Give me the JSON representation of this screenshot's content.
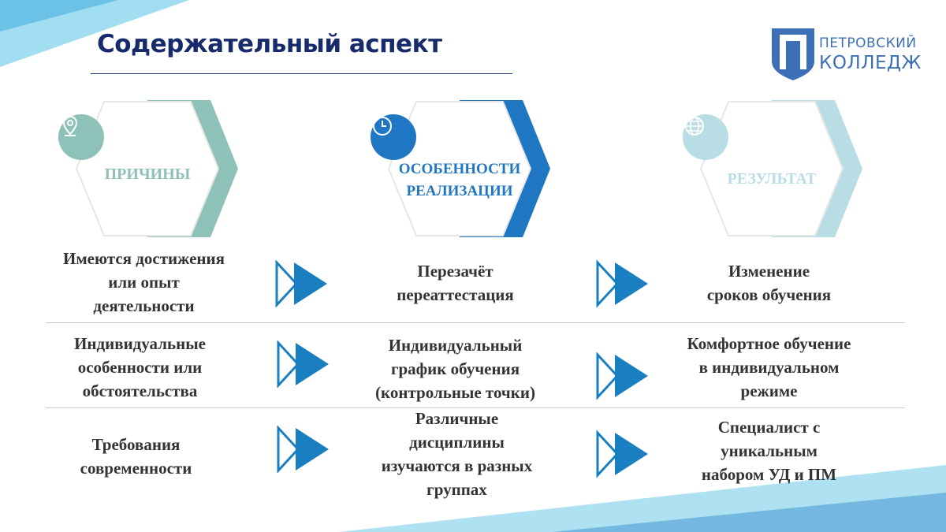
{
  "title": "Содержательный аспект",
  "logo": {
    "line1": "ПЕТРОВСКИЙ",
    "line2": "КОЛЛЕДЖ",
    "brand_color": "#3d6fb6"
  },
  "headers": [
    {
      "label": "ПРИЧИНЫ",
      "icon": "location-pin-icon",
      "color": "#8ec1b7"
    },
    {
      "label_line1": "ОСОБЕННОСТИ",
      "label_line2": "РЕАЛИЗАЦИИ",
      "icon": "clock-icon",
      "color": "#1f77c4"
    },
    {
      "label": "РЕЗУЛЬТАТ",
      "icon": "globe-icon",
      "color": "#b9dde4"
    }
  ],
  "rows": [
    {
      "cause": [
        "Имеются достижения",
        "или опыт",
        "деятельности"
      ],
      "feature": [
        "Перезачёт",
        "переаттестация"
      ],
      "result": [
        "Изменение",
        "сроков обучения"
      ]
    },
    {
      "cause": [
        "Индивидуальные",
        "особенности или",
        "обстоятельства"
      ],
      "feature": [
        "Индивидуальный",
        "график обучения",
        "(контрольные точки)"
      ],
      "result": [
        "Комфортное обучение",
        "в индивидуальном",
        "режиме"
      ]
    },
    {
      "cause": [
        "Требования",
        "современности"
      ],
      "feature": [
        "Различные",
        "дисциплины",
        "изучаются в разных",
        "группах"
      ],
      "result": [
        "Специалист с",
        "уникальным",
        "набором УД и ПМ"
      ]
    }
  ],
  "colors": {
    "title": "#172a6b",
    "arrow": "#1a7fc1",
    "text": "#333333"
  }
}
